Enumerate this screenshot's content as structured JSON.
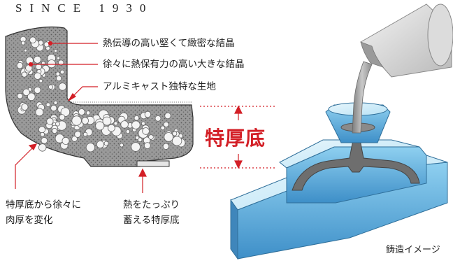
{
  "header": {
    "since": "SINCE 1930"
  },
  "labels": {
    "crystal_small": "熱伝導の高い堅くて緻密な結晶",
    "crystal_large": "徐々に熱保有力の高い大きな結晶",
    "material": "アルミキャスト独特な生地",
    "thick_bottom": "特厚底",
    "gradual_line1": "特厚底から徐々に",
    "gradual_line2": "肉厚を変化",
    "heat_line1": "熱をたっぷり",
    "heat_line2": "蓄える特厚底"
  },
  "caption": "鋳造イメージ",
  "colors": {
    "accent": "#d31f26",
    "metal": "#8a8a8a",
    "mold": "#6fb6e0"
  }
}
